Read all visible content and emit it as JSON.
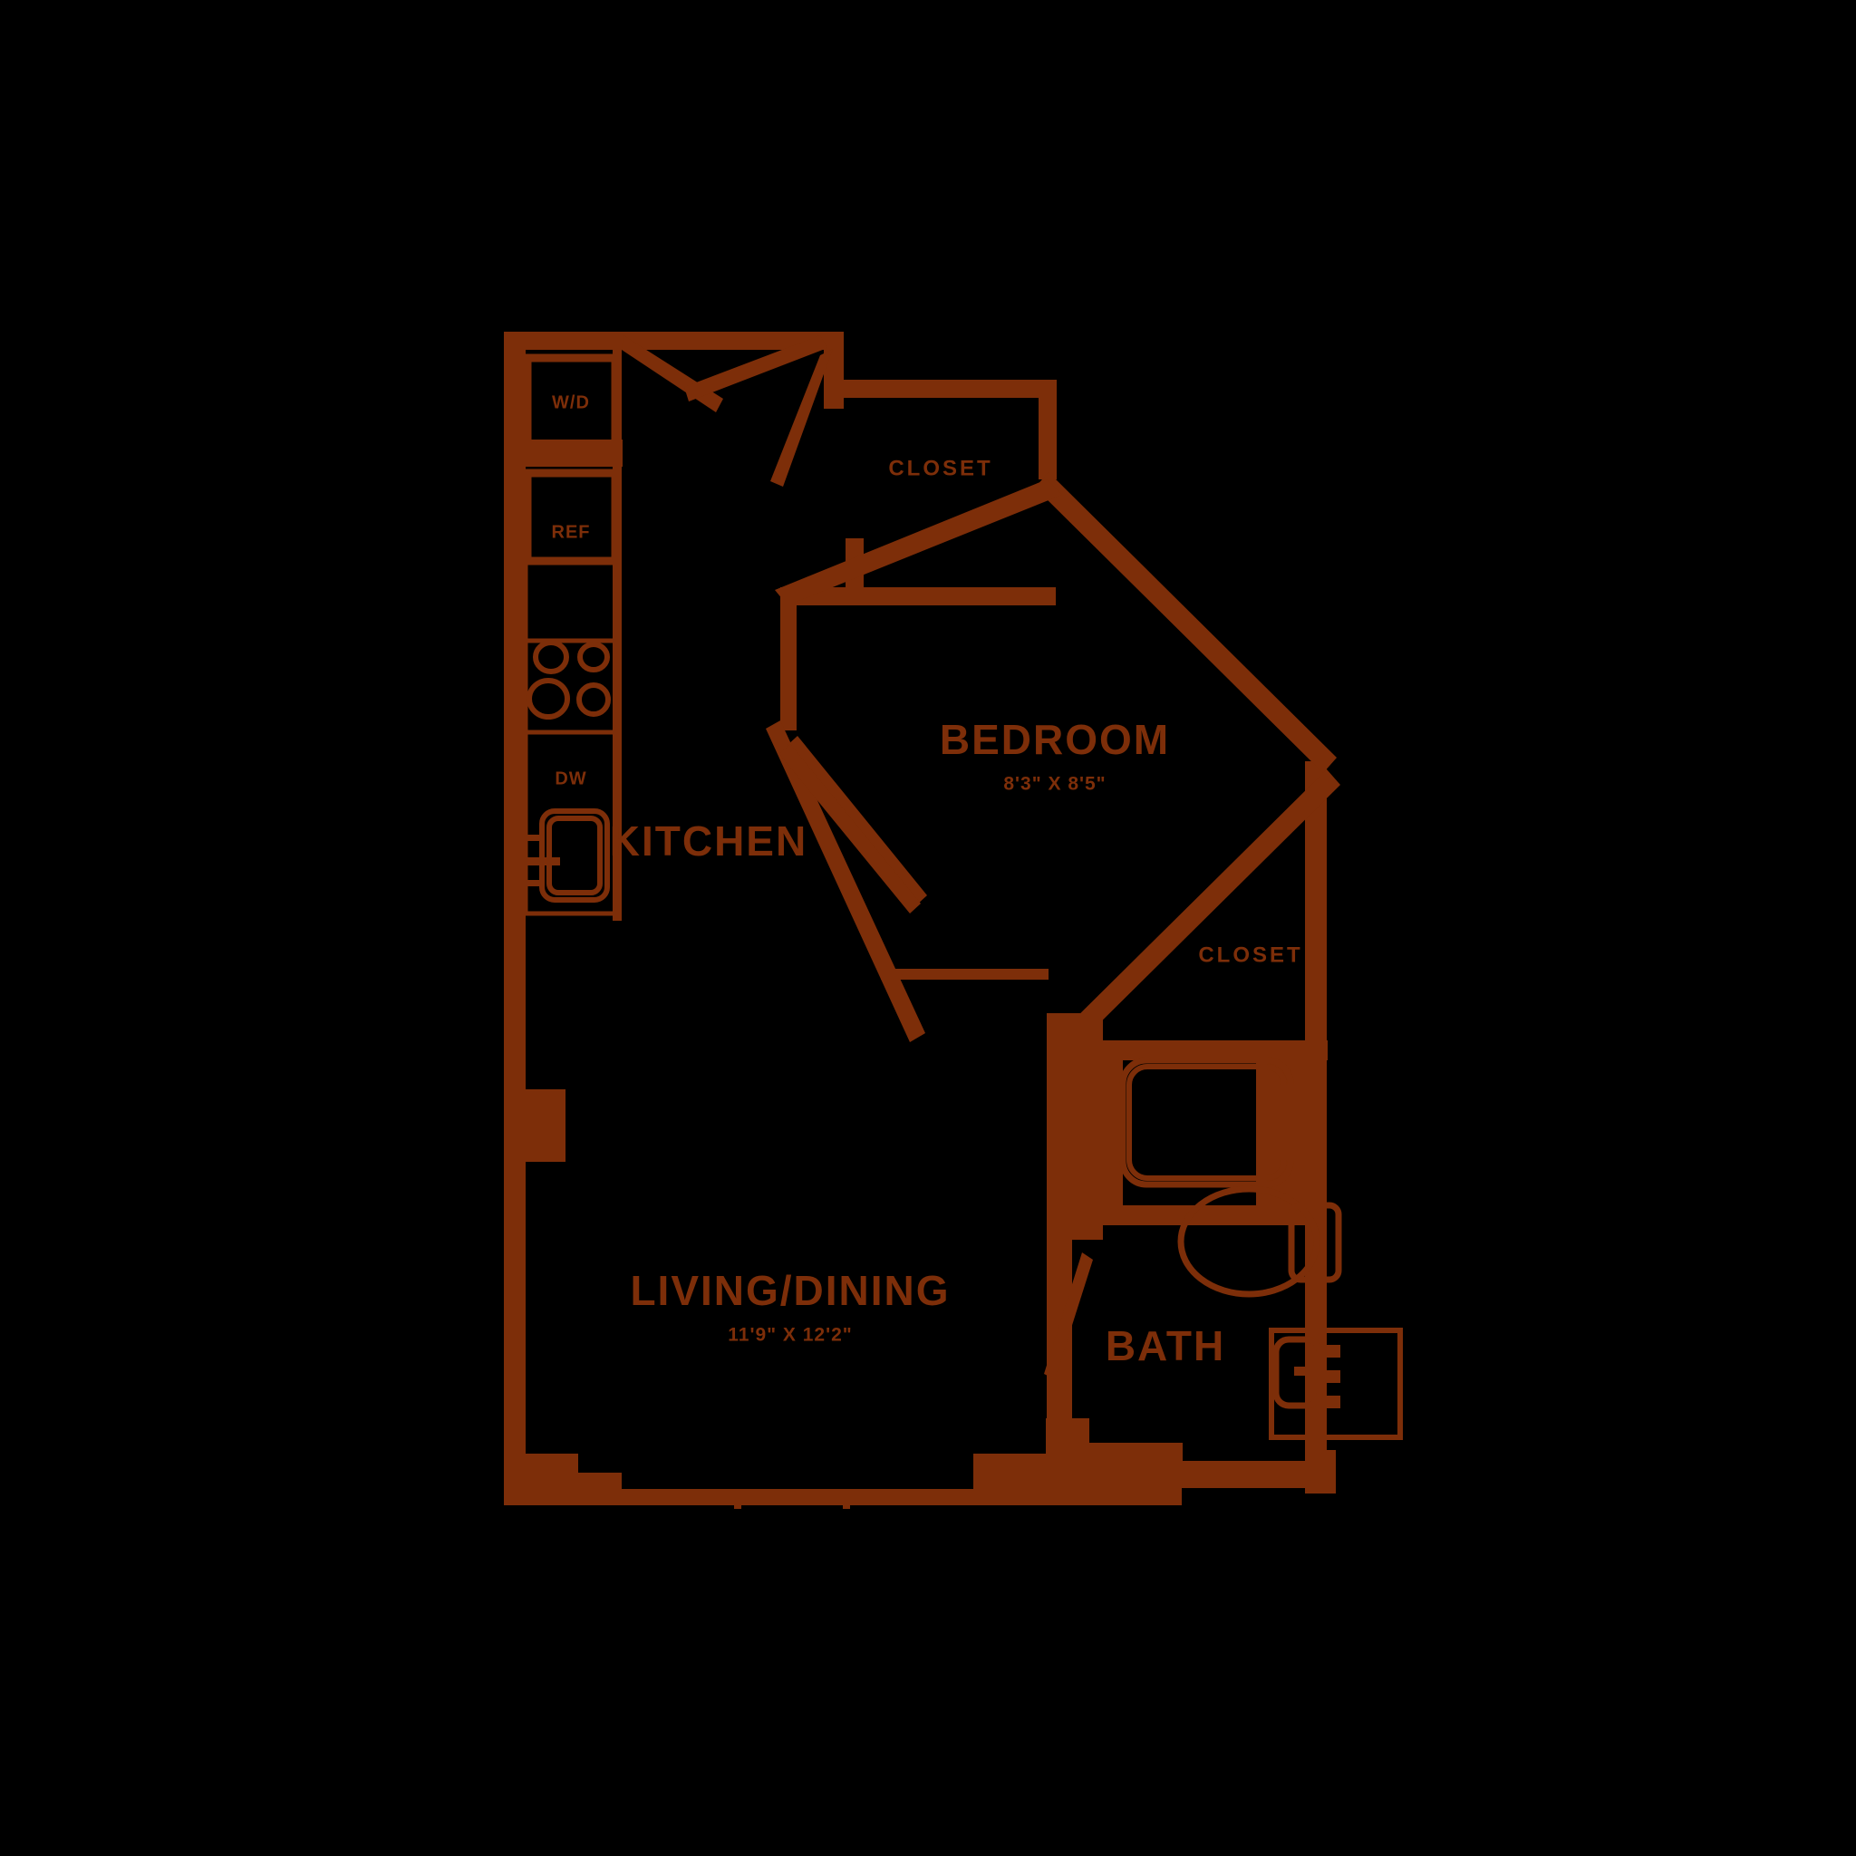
{
  "plan": {
    "title": "Studio Apartment Floor Plan",
    "line_color": "#7d2e09",
    "background_color": "#000000"
  },
  "rooms": [
    {
      "id": "kitchen",
      "label": "KITCHEN",
      "dimensions": ""
    },
    {
      "id": "bedroom",
      "label": "BEDROOM",
      "dimensions": "8'3\" X 8'5\""
    },
    {
      "id": "living_dining",
      "label": "LIVING/DINING",
      "dimensions": "11'9\" X 12'2\""
    },
    {
      "id": "bath",
      "label": "BATH",
      "dimensions": ""
    },
    {
      "id": "closet_upper",
      "label": "CLOSET",
      "dimensions": ""
    },
    {
      "id": "closet_lower",
      "label": "CLOSET",
      "dimensions": ""
    }
  ],
  "appliances": [
    {
      "id": "washer_dryer",
      "label": "W/D"
    },
    {
      "id": "refrigerator",
      "label": "REF"
    },
    {
      "id": "dishwasher",
      "label": "DW"
    }
  ],
  "fixtures": [
    {
      "id": "range",
      "name": "four-burner-range"
    },
    {
      "id": "sink",
      "name": "kitchen-sink"
    },
    {
      "id": "bathtub",
      "name": "bathtub"
    },
    {
      "id": "toilet",
      "name": "toilet"
    },
    {
      "id": "vanity",
      "name": "bathroom-vanity-sink"
    }
  ],
  "doors": [
    {
      "id": "entry_door",
      "name": "entry-door"
    },
    {
      "id": "closet_upper_door",
      "name": "closet-door-upper"
    },
    {
      "id": "bedroom_door",
      "name": "bedroom-door"
    },
    {
      "id": "bath_door",
      "name": "bath-door"
    },
    {
      "id": "bedroom_closet_door",
      "name": "bedroom-closet-door"
    }
  ]
}
